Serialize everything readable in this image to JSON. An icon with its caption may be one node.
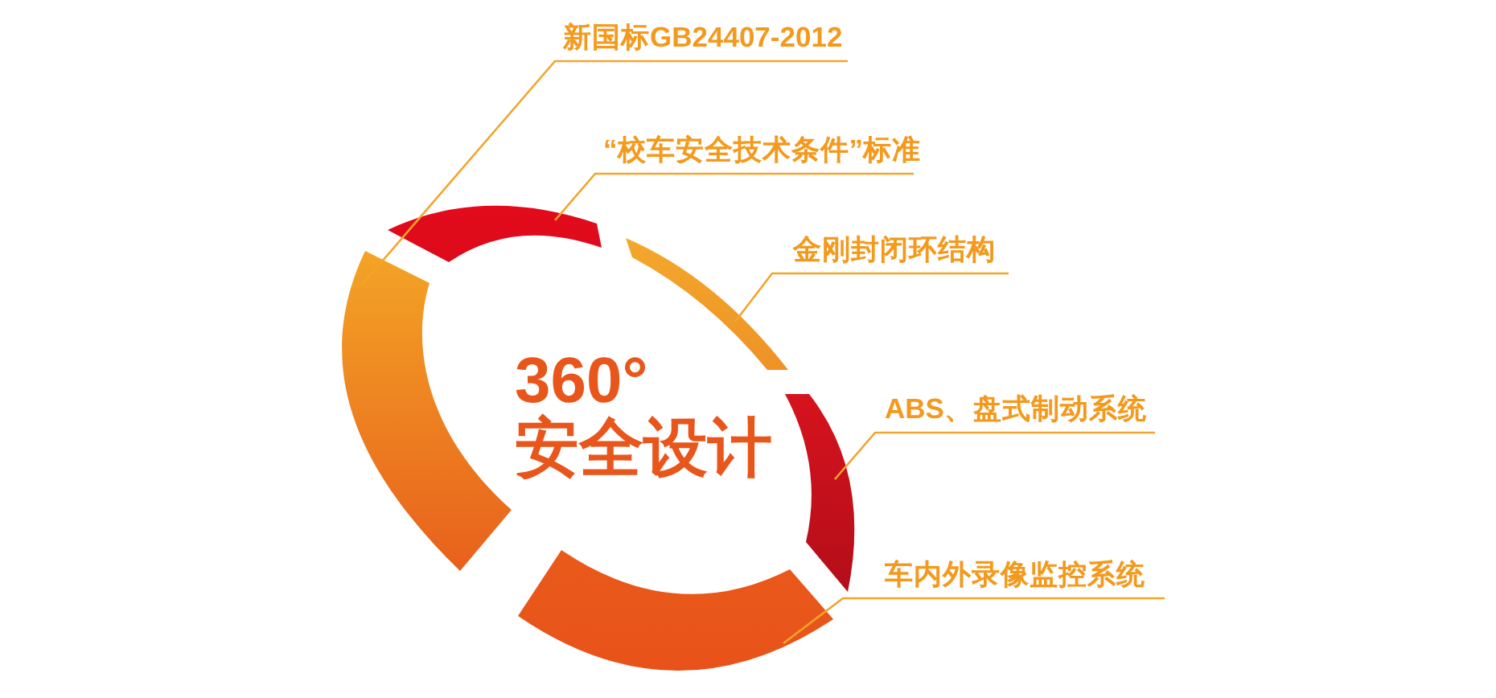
{
  "diagram": {
    "nodes": [
      {
        "text": [
          "新国标GB24407-2012"
        ]
      },
      {
        "text": [
          "“校车安全技术条件”标准"
        ]
      },
      {
        "text": [
          "金刚封闭环结构"
        ]
      },
      {
        "text": [
          "ABS、盘式制动系统"
        ]
      },
      {
        "text": [
          "车内外录像监控系统"
        ]
      },
      {
        "text": [],
        "shape": "arc"
      },
      {
        "text": [],
        "shape": "arc"
      },
      {
        "text": [],
        "shape": "arc"
      },
      {
        "text": [],
        "shape": "arc"
      },
      {
        "text": [],
        "shape": "arc"
      }
    ],
    "edges": [
      {
        "from": 0,
        "to": 5,
        "arrow": "none"
      },
      {
        "from": 1,
        "to": 6,
        "arrow": "none"
      },
      {
        "from": 2,
        "to": 8,
        "arrow": "none"
      },
      {
        "from": 3,
        "to": 9,
        "arrow": "none"
      },
      {
        "from": 4,
        "to": 7,
        "arrow": "none"
      }
    ],
    "labels": [
      "360° 安全设计"
    ]
  }
}
